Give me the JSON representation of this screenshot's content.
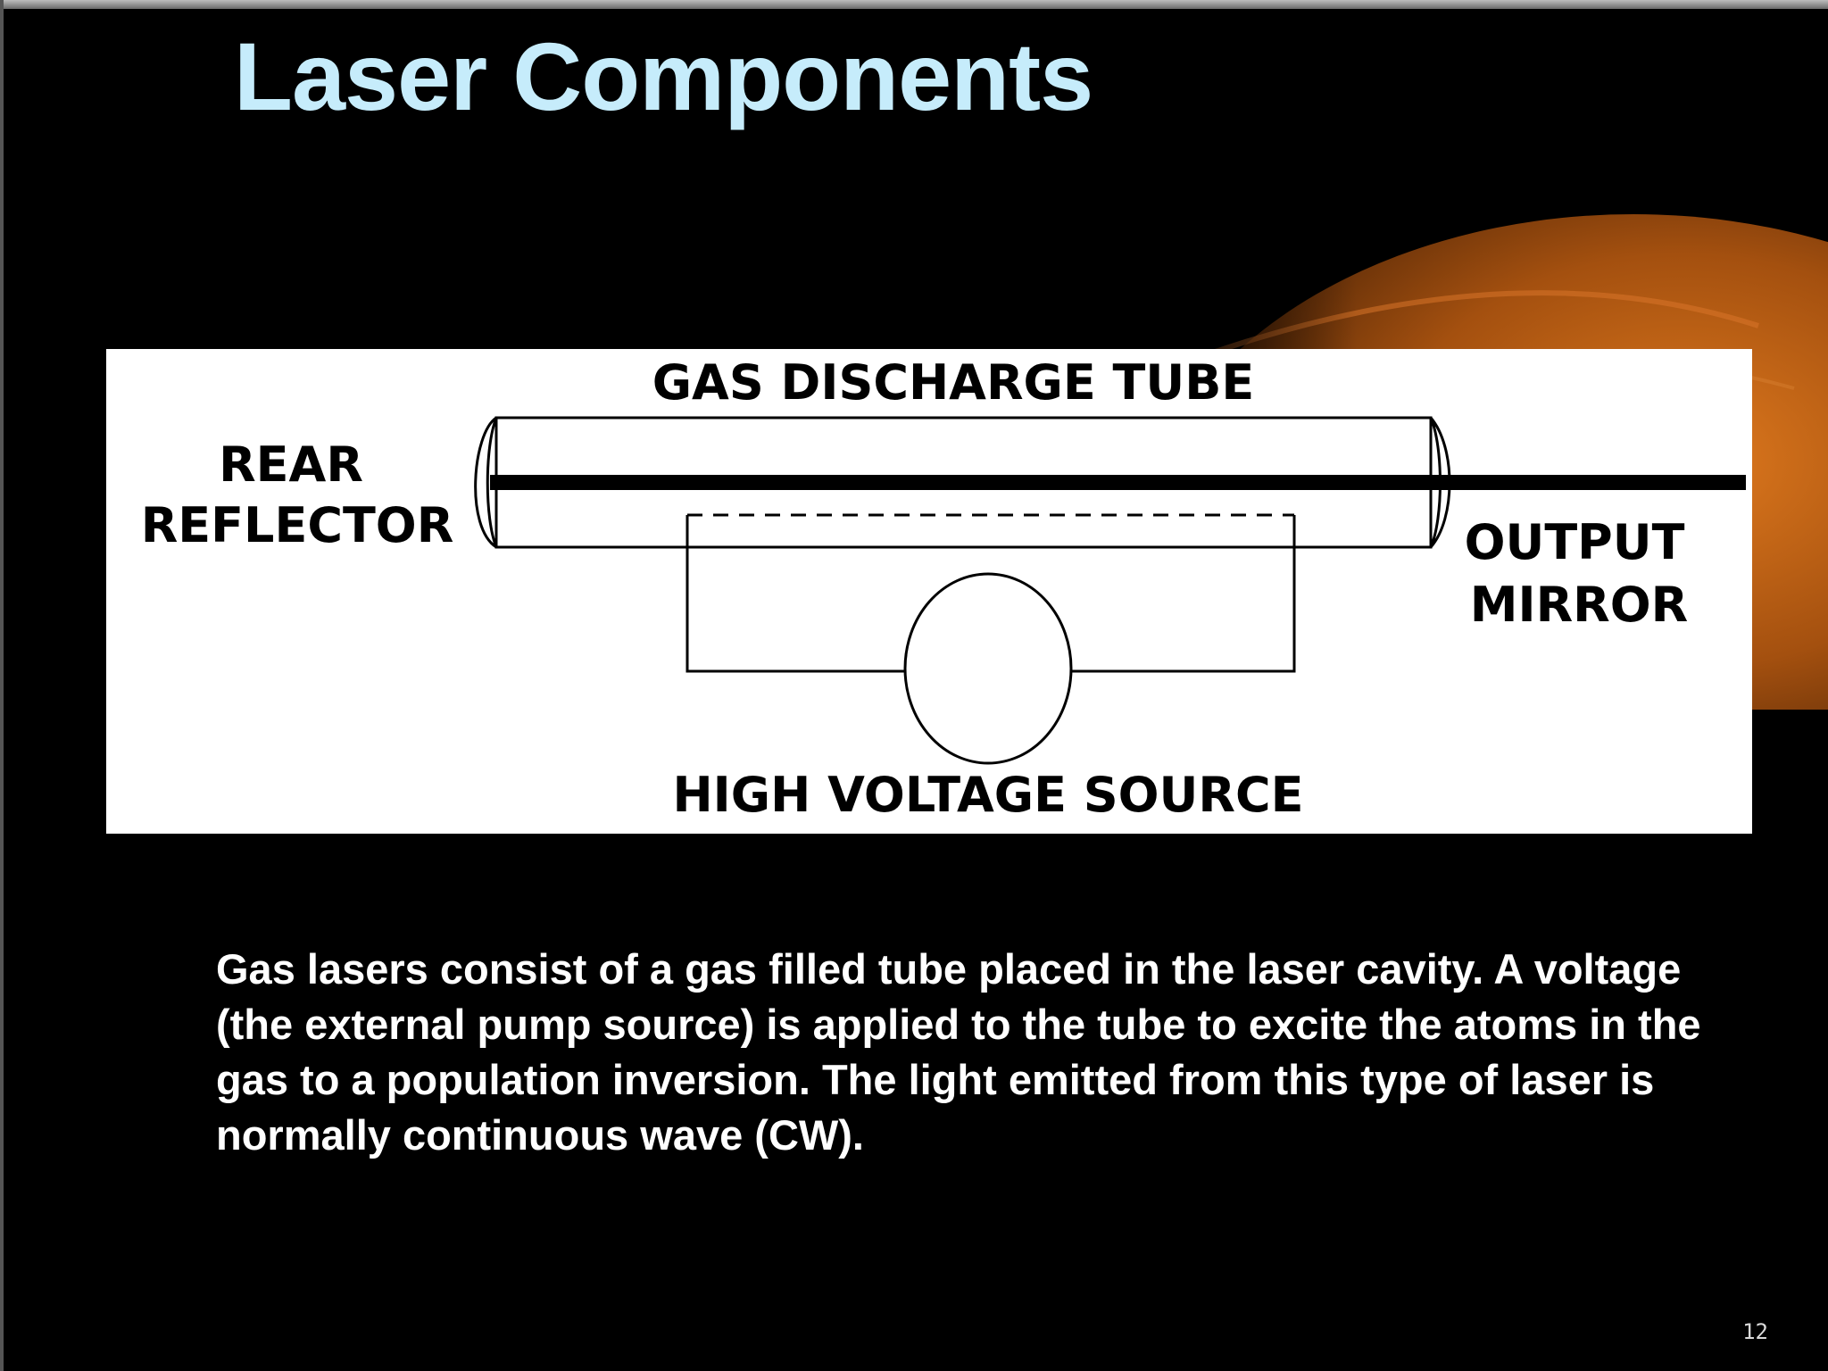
{
  "slide": {
    "title": "Laser Components",
    "caption": "Gas lasers consist of a gas filled tube placed in the laser cavity. A voltage (the external pump source) is applied to the tube to excite the atoms in the gas to a population inversion. The light emitted from this type of laser is normally continuous wave (CW).",
    "slide_number": "12"
  },
  "diagram": {
    "labels": {
      "tube": "GAS DISCHARGE TUBE",
      "rear_line1": "REAR",
      "rear_line2": "REFLECTOR",
      "output_line1": "OUTPUT",
      "output_line2": "MIRROR",
      "source": "HIGH VOLTAGE SOURCE"
    }
  },
  "colors": {
    "title": "#c6ecfb",
    "background": "#000000",
    "panel": "#ffffff",
    "planet_glow": "#c86414"
  }
}
